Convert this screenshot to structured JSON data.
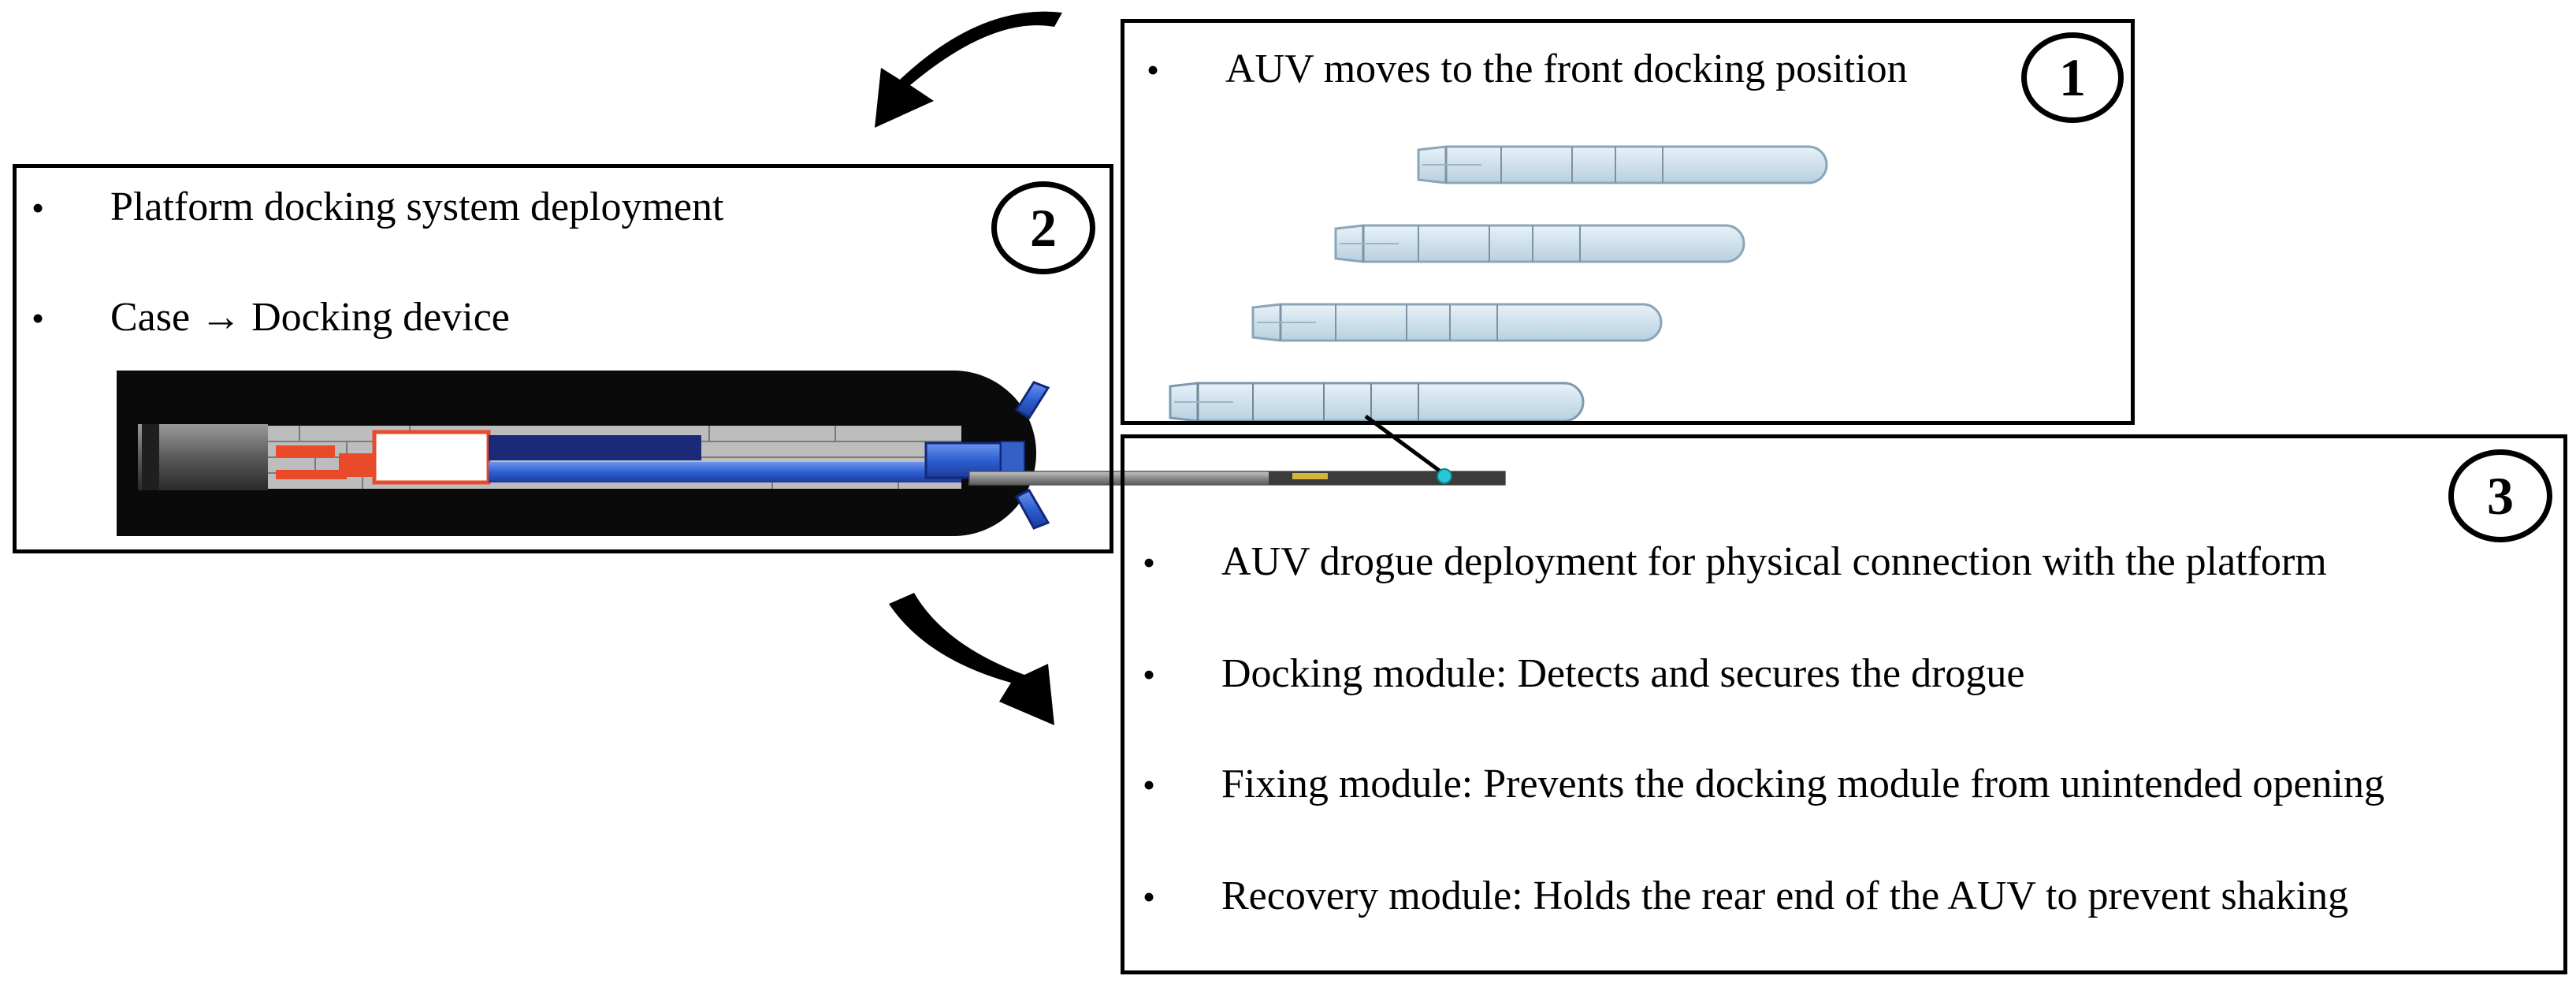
{
  "step1": {
    "number": "1",
    "bullets": [
      "AUV moves to the front docking position"
    ]
  },
  "step2": {
    "number": "2",
    "bullets": [
      "Platform docking system deployment",
      "Case → Docking device"
    ]
  },
  "step3": {
    "number": "3",
    "bullets": [
      "AUV drogue deployment for physical connection with the platform",
      "Docking module: Detects and secures the drogue",
      "Fixing module: Prevents the docking module from unintended opening",
      "Recovery module: Holds the rear end of the AUV to prevent shaking"
    ]
  },
  "bullet_symbol": "•",
  "colors": {
    "auv_body": "#d6e6f0",
    "auv_outline": "#8aa6b8",
    "case_body": "#0a0a0a",
    "docking_blue": "#2d5fd1",
    "docking_navy": "#1b2a78",
    "drogue_cyan": "#27c7d6",
    "accent_red": "#e84a2a"
  }
}
